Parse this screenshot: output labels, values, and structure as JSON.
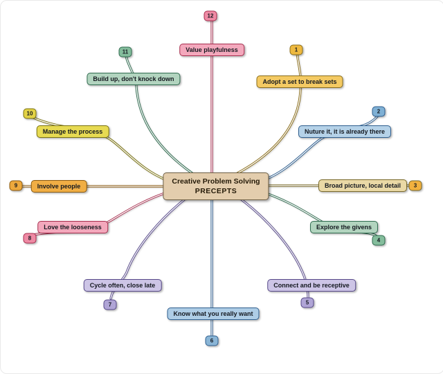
{
  "center": {
    "line1": "Creative Problem Solving",
    "line2": "PRECEPTS",
    "fill": "#e3cdad",
    "border": "#6e5f45"
  },
  "branches": [
    {
      "number": "1",
      "label": "Adopt a set to break sets",
      "border": "#8a6d1a",
      "fill": "#f4ca63",
      "num_fill": "#eeb93f"
    },
    {
      "number": "2",
      "label": "Nuture it, it is already there",
      "border": "#2f5f8f",
      "fill": "#b5d2e8",
      "num_fill": "#7fb0d4"
    },
    {
      "number": "3",
      "label": "Broad picture, local detail",
      "border": "#7a6a2a",
      "fill": "#ead9a6",
      "num_fill": "#f2b13e"
    },
    {
      "number": "4",
      "label": "Explore the givens",
      "border": "#2f6b4f",
      "fill": "#b2d4bf",
      "num_fill": "#84bd9c"
    },
    {
      "number": "5",
      "label": "Connect and be receptive",
      "border": "#57498a",
      "fill": "#cdc5e6",
      "num_fill": "#b0a5d6"
    },
    {
      "number": "6",
      "label": "Know what you really want",
      "border": "#2f5f8f",
      "fill": "#aecde6",
      "num_fill": "#8ab5d6"
    },
    {
      "number": "7",
      "label": "Cycle often, close late",
      "border": "#57498a",
      "fill": "#cdc5e6",
      "num_fill": "#b0a5d6"
    },
    {
      "number": "8",
      "label": "Love the looseness",
      "border": "#a82f4f",
      "fill": "#f3a8bc",
      "num_fill": "#ee8aa4"
    },
    {
      "number": "9",
      "label": "Involve people",
      "border": "#8a5a10",
      "fill": "#f0ae45",
      "num_fill": "#eda83c"
    },
    {
      "number": "10",
      "label": "Manage the process",
      "border": "#7a7210",
      "fill": "#e7da52",
      "num_fill": "#e2d246"
    },
    {
      "number": "11",
      "label": "Build up, don't knock down",
      "border": "#2f6b4f",
      "fill": "#b2d4bf",
      "num_fill": "#84bd9c"
    },
    {
      "number": "12",
      "label": "Value playfulness",
      "border": "#a82f4f",
      "fill": "#f3a8bc",
      "num_fill": "#ee8aa4"
    }
  ]
}
